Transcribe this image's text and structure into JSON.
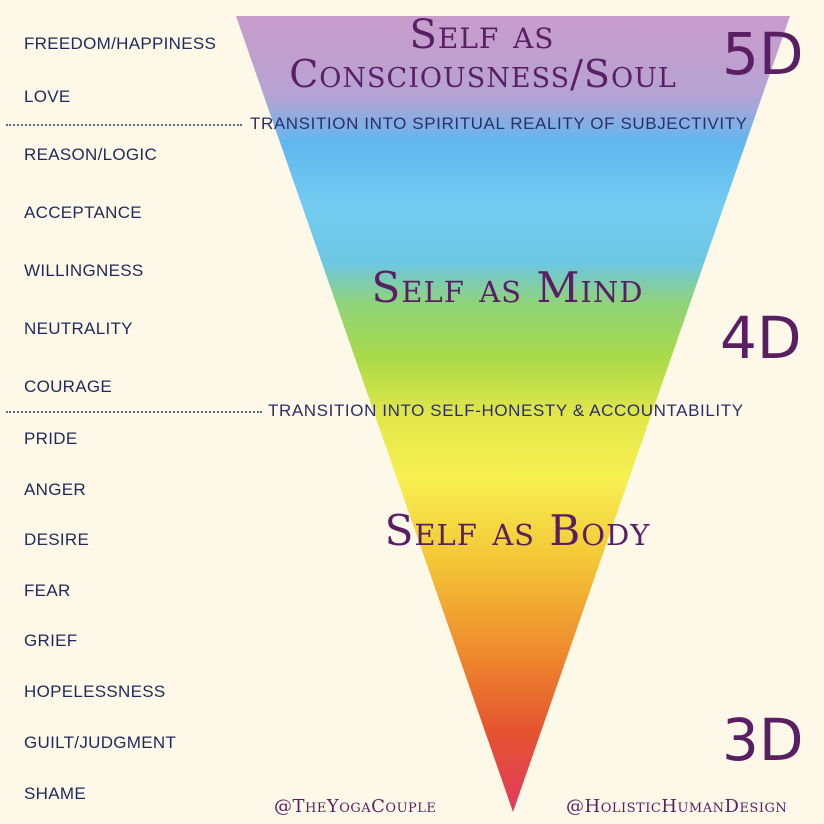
{
  "levels": [
    "FREEDOM/HAPPINESS",
    "LOVE",
    "REASON/LOGIC",
    "ACCEPTANCE",
    "WILLINGNESS",
    "NEUTRALITY",
    "COURAGE",
    "PRIDE",
    "ANGER",
    "DESIRE",
    "FEAR",
    "GRIEF",
    "HOPELESSNESS",
    "GUILT/JUDGMENT",
    "SHAME"
  ],
  "transitions": {
    "spiritual": "TRANSITION INTO SPIRITUAL REALITY OF SUBJECTIVITY",
    "honesty": "TRANSITION INTO SELF-HONESTY & ACCOUNTABILITY"
  },
  "selves": {
    "soul_line1": "Self as",
    "soul_line2": "Consciousness/Soul",
    "mind": "Self as Mind",
    "body": "Self as Body"
  },
  "dimensions": {
    "d5": "5D",
    "d4": "4D",
    "d3": "3D"
  },
  "credits": {
    "left": "@TheYogaCouple",
    "right": "@HolisticHumanDesign"
  },
  "colors": {
    "background": "#fdf8e8",
    "text_dark": "#1f2a5a",
    "purple": "#5a1f63",
    "gradient": [
      "#c79ac8",
      "#7fc6f0",
      "#57b8ec",
      "#8ed36c",
      "#c5e23a",
      "#f5ec38",
      "#f2c62e",
      "#ee8b2c",
      "#e24d2f",
      "#e0335a"
    ]
  }
}
